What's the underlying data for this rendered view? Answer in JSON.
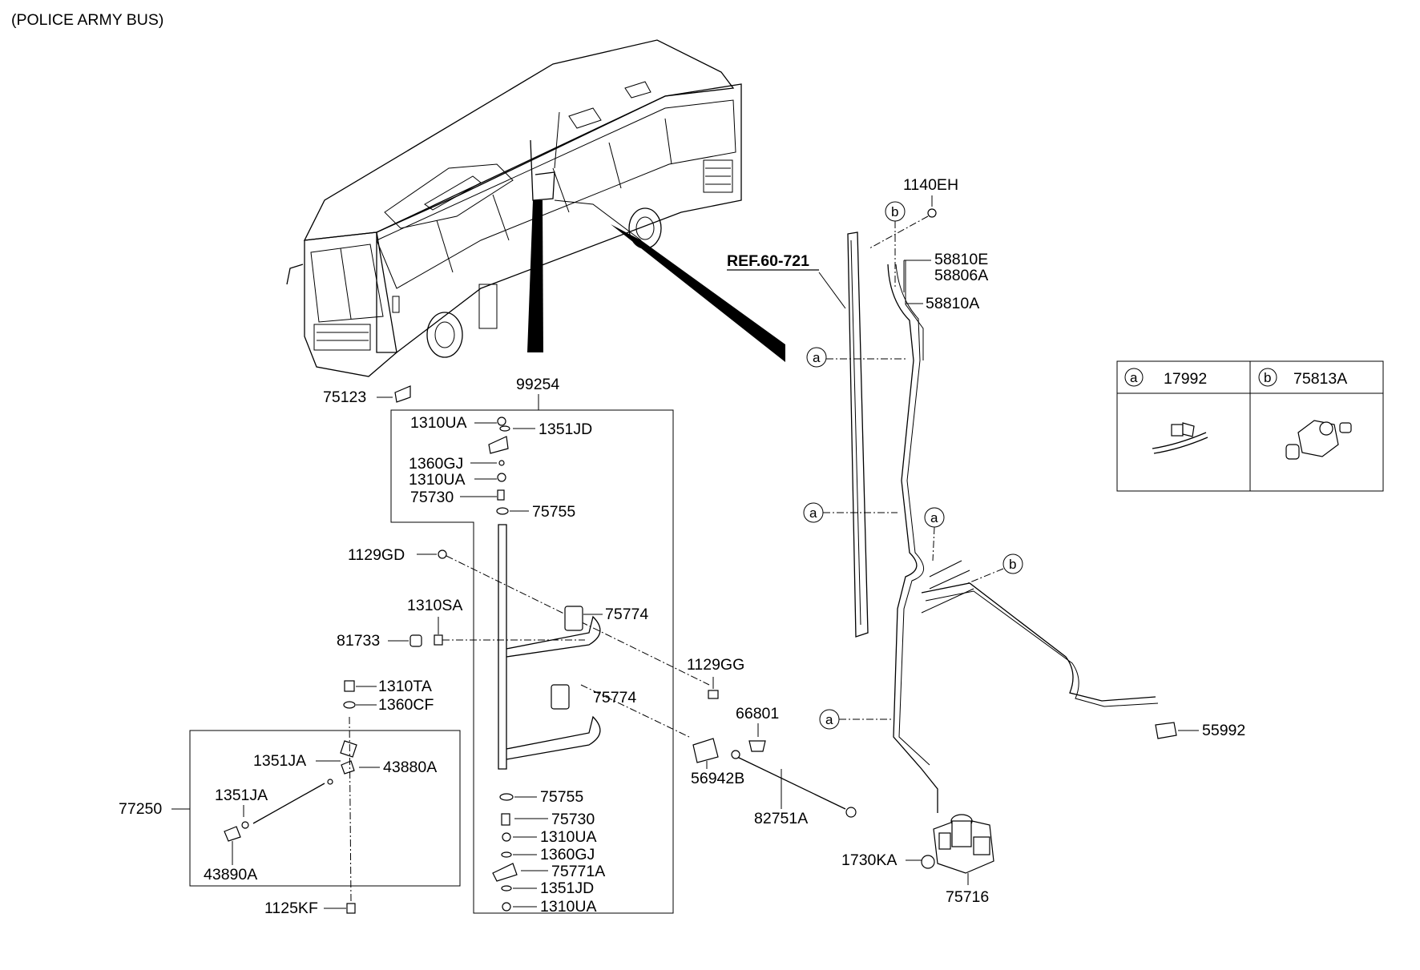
{
  "header": {
    "title": "(POLICE ARMY BUS)"
  },
  "ref": {
    "label": "REF.60-721"
  },
  "legend": {
    "a": {
      "letter": "a",
      "part": "17992"
    },
    "b": {
      "letter": "b",
      "part": "75813A"
    }
  },
  "callouts": {
    "a": "a",
    "b": "b"
  },
  "parts": {
    "p75123": "75123",
    "p99254": "99254",
    "p1310UA_1": "1310UA",
    "p1351JD_1": "1351JD",
    "p1360GJ_1": "1360GJ",
    "p1310UA_2": "1310UA",
    "p75730_1": "75730",
    "p75755_1": "75755",
    "p1129GD": "1129GD",
    "p1310SA": "1310SA",
    "p75774_1": "75774",
    "p81733": "81733",
    "p1129GG": "1129GG",
    "p1310TA": "1310TA",
    "p75774_2": "75774",
    "p1360CF": "1360CF",
    "p66801": "66801",
    "p1351JA_1": "1351JA",
    "p43880A": "43880A",
    "p56942B": "56942B",
    "p77250": "77250",
    "p1351JA_2": "1351JA",
    "p75755_2": "75755",
    "p82751A": "82751A",
    "p75730_2": "75730",
    "p1310UA_3": "1310UA",
    "p43890A": "43890A",
    "p1360GJ_2": "1360GJ",
    "p75771A": "75771A",
    "p1351JD_2": "1351JD",
    "p1125KF": "1125KF",
    "p1310UA_4": "1310UA",
    "p1140EH": "1140EH",
    "p58810E": "58810E",
    "p58806A": "58806A",
    "p58810A": "58810A",
    "p55992": "55992",
    "p1730KA": "1730KA",
    "p75716": "75716"
  }
}
